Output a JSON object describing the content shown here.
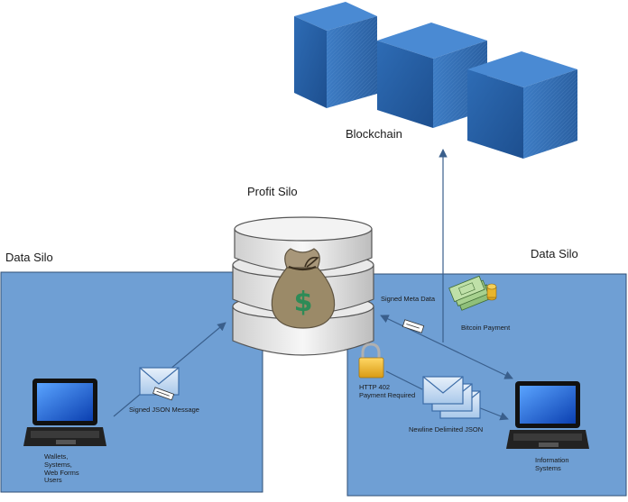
{
  "labels": {
    "blockchain": "Blockchain",
    "profit_silo": "Profit Silo",
    "data_silo_left": "Data Silo",
    "data_silo_right": "Data Silo",
    "signed_json_message": "Signed JSON Message",
    "signed_meta_data": "Signed Meta Data",
    "bitcoin_payment": "Bitcoin Payment",
    "http_402_line1": "HTTP 402",
    "http_402_line2": "Payment Required",
    "newline_delimited_json": "Newline Delimited JSON",
    "wallets_lines": [
      "Wallets,",
      "Systems,",
      "Web Forms",
      "Users"
    ],
    "information_systems_lines": [
      "Information",
      "Systems"
    ]
  },
  "icons": {
    "blockchain": "cube-icon",
    "database": "database-icon",
    "money_bag": "money-bag-icon",
    "laptop": "laptop-icon",
    "envelope": "envelope-icon",
    "lock": "padlock-icon",
    "cash": "cash-stack-icon"
  },
  "colors": {
    "silo_fill": "#6f9fd4",
    "silo_border": "#2f4f76",
    "cube": "#2c68b0",
    "arrow": "#3a5f8c",
    "bag": "#9b8a68",
    "dollar": "#2e8b57",
    "lock": "#e6b12c"
  }
}
